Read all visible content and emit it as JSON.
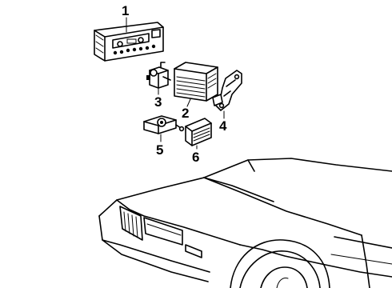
{
  "callouts": [
    {
      "label": "1",
      "part": "control-head-unit"
    },
    {
      "label": "2",
      "part": "climate-control-module"
    },
    {
      "label": "3",
      "part": "actuator"
    },
    {
      "label": "4",
      "part": "mounting-bracket"
    },
    {
      "label": "5",
      "part": "sensor"
    },
    {
      "label": "6",
      "part": "relay-module"
    }
  ]
}
